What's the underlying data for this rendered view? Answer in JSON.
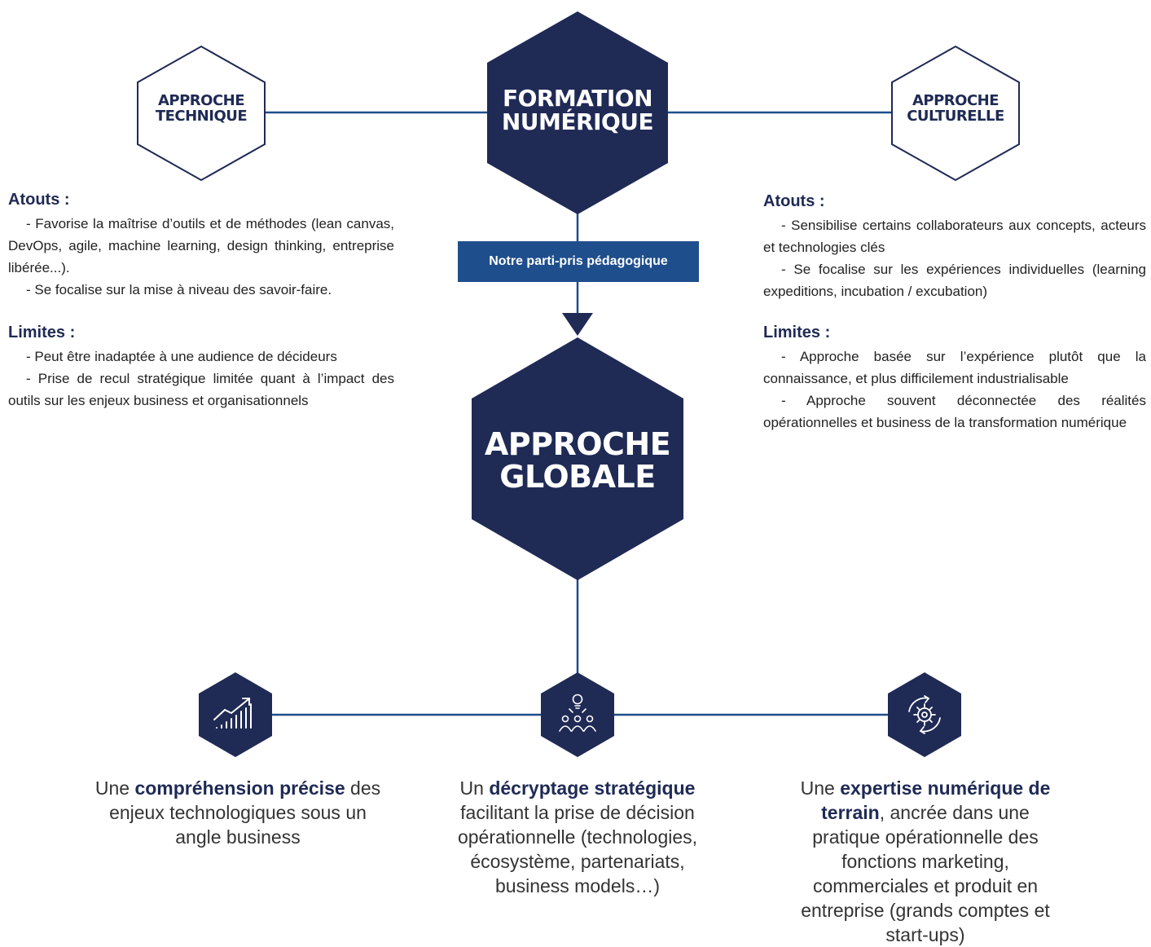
{
  "colors": {
    "navy": "#1f2a55",
    "link_line": "#1f4e8c",
    "bubble_bg": "#1f4e8c",
    "text": "#222222"
  },
  "top_center": {
    "line1": "FORMATION",
    "line2": "NUMÉRIQUE"
  },
  "left_hex": {
    "line1": "APPROCHE",
    "line2": "TECHNIQUE"
  },
  "right_hex": {
    "line1": "APPROCHE",
    "line2": "CULTURELLE"
  },
  "bubble_label": "Notre parti-pris pédagogique",
  "center_hex": {
    "line1": "APPROCHE",
    "line2": "GLOBALE"
  },
  "left": {
    "atouts_title": "Atouts :",
    "atouts": [
      "- Favorise la maîtrise d’outils et de méthodes (lean canvas, DevOps, agile, machine learning, design thinking, entreprise libérée...).",
      "- Se focalise sur la mise à niveau des savoir-faire."
    ],
    "limites_title": "Limites :",
    "limites": [
      "- Peut être inadaptée à une audience de décideurs",
      "- Prise de recul stratégique limitée quant à l’impact des outils sur les enjeux business et organisationnels"
    ]
  },
  "right": {
    "atouts_title": "Atouts :",
    "atouts": [
      "- Sensibilise certains collaborateurs aux concepts, acteurs et technologies clés",
      "- Se focalise sur les expériences individuelles (learning expeditions, incubation / excubation)"
    ],
    "limites_title": "Limites :",
    "limites": [
      "- Approche basée sur l’expérience plutôt que la connaissance, et plus difficilement industrialisable",
      "- Approche souvent déconnectée des réalités opérationnelles et business de la transformation numérique"
    ]
  },
  "benefits": [
    {
      "icon": "growth-chart-icon",
      "pre": "Une ",
      "bold": "compréhension précise",
      "post": " des enjeux technologiques sous un angle business"
    },
    {
      "icon": "team-idea-icon",
      "pre": "Un ",
      "bold": "décryptage stratégique",
      "post": " facilitant la prise de décision opérationnelle (technologies, écosystème, partenariats, business models…)"
    },
    {
      "icon": "gear-cycle-icon",
      "pre": "Une ",
      "bold": "expertise numérique de terrain",
      "post": ", ancrée dans une pratique opérationnelle des fonctions marketing, commerciales et produit en entreprise (grands comptes et start-ups)"
    }
  ]
}
